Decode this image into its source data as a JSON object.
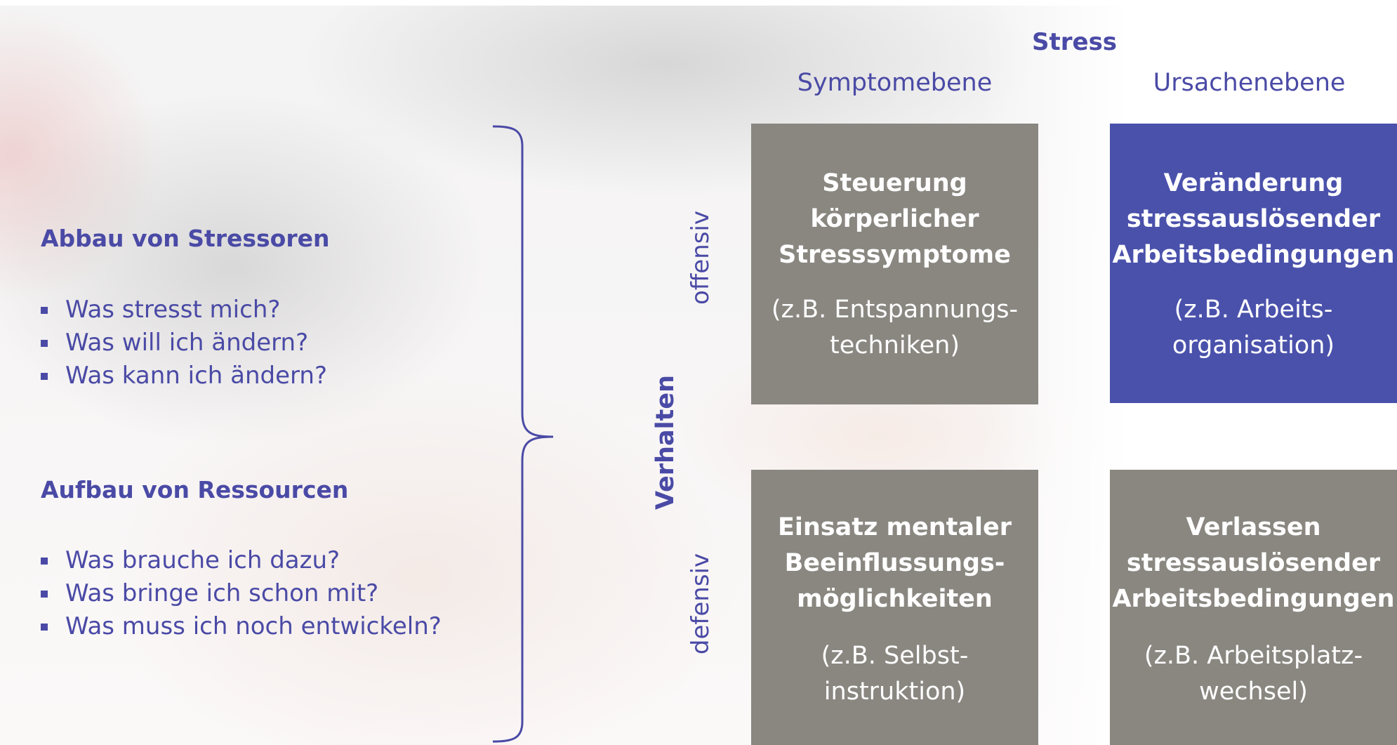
{
  "header": {
    "title": "Stress",
    "col_symptom": "Symptomebene",
    "col_cause": "Ursachenebene"
  },
  "left": {
    "section1": {
      "heading": "Abbau von Stressoren",
      "items": [
        "Was stresst mich?",
        "Was will ich ändern?",
        "Was kann ich ändern?"
      ]
    },
    "section2": {
      "heading": "Aufbau von Ressourcen",
      "items": [
        "Was brauche ich dazu?",
        "Was bringe ich schon mit?",
        "Was muss ich noch entwickeln?"
      ]
    }
  },
  "axis": {
    "behavior": "Verhalten",
    "offensive": "offensiv",
    "defensive": "defensiv"
  },
  "boxes": {
    "top_left": {
      "title_lines": [
        "Steuerung",
        "körperlicher",
        "Stresssymptome"
      ],
      "sub_lines": [
        "(z.B. Entspannungs-",
        "techniken)"
      ],
      "color": "#8a8781"
    },
    "top_right": {
      "title_lines": [
        "Veränderung",
        "stressauslösender",
        "Arbeitsbedingungen"
      ],
      "sub_lines": [
        "(z.B. Arbeits-",
        "organisation)"
      ],
      "color": "#4a51ab"
    },
    "bottom_left": {
      "title_lines": [
        "Einsatz mentaler",
        "Beeinflussungs-",
        "möglichkeiten"
      ],
      "sub_lines": [
        "(z.B. Selbst-",
        "instruktion)"
      ],
      "color": "#8a8781"
    },
    "bottom_right": {
      "title_lines": [
        "Verlassen",
        "stressauslösender",
        "Arbeitsbedingungen"
      ],
      "sub_lines": [
        "(z.B. Arbeitsplatz-",
        "wechsel)"
      ],
      "color": "#8a8781"
    }
  },
  "colors": {
    "accent": "#4a4aa6",
    "box_gray": "#8a8781",
    "box_blue": "#4a51ab"
  }
}
